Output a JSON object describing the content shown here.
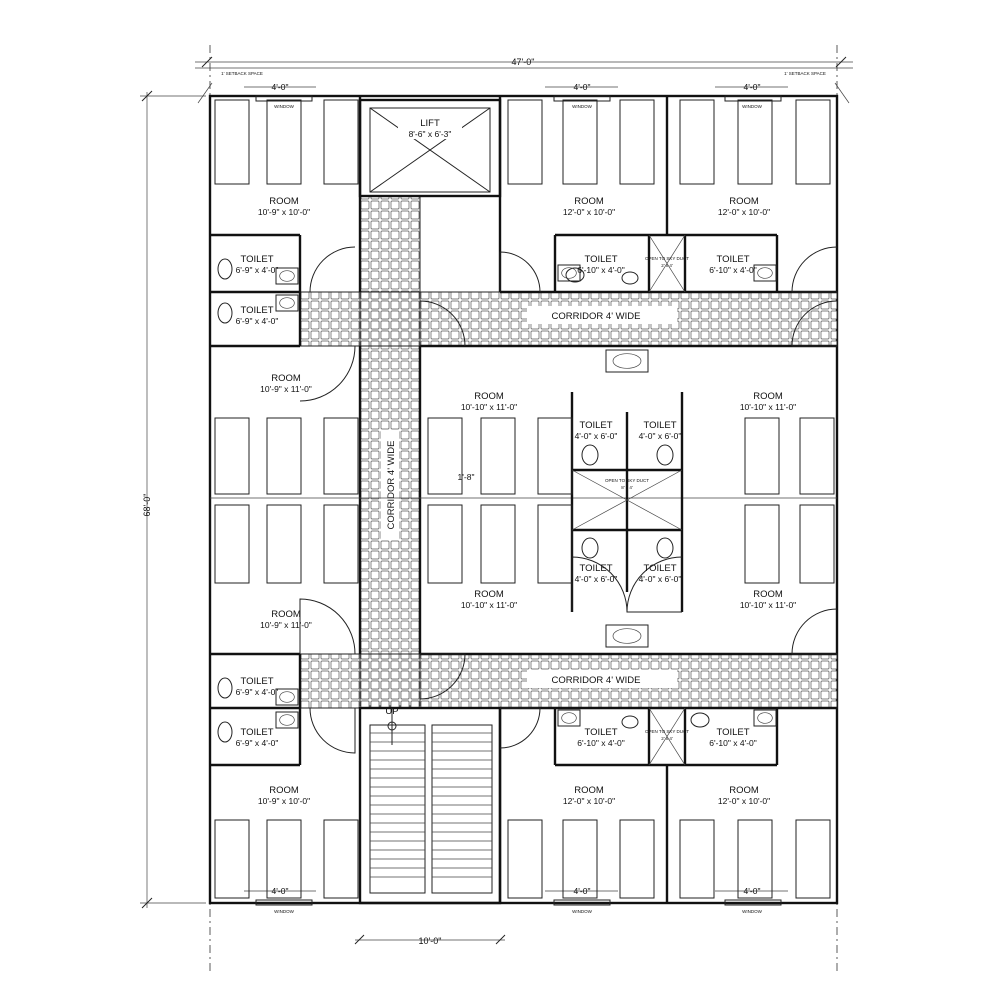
{
  "overall_width": "47'-0\"",
  "overall_height": "68'-0\"",
  "setback_left": "1' SETBACK SPACE",
  "setback_right": "1' SETBACK SPACE",
  "stair_width_dim": "10'-0\"",
  "window_dim": "4'-0\"",
  "window_label": "WINDOW",
  "lift": {
    "label": "LIFT",
    "size": "8'-6\" x 6'-3\""
  },
  "corridor_label": "CORRIDOR 4' WIDE",
  "corridor_vertical_label": "CORRIDOR 4' WIDE",
  "gap_dim": "1'-8\"",
  "up_label": "UP",
  "duct": {
    "label": "OPEN TO SKY DUCT",
    "size": "8' x 4'"
  },
  "small_duct": {
    "label": "OPEN TO SKY DUCT",
    "size": "2' x 4'"
  },
  "rooms": [
    {
      "label": "ROOM",
      "size": "10'-9\" x 10'-0\""
    },
    {
      "label": "ROOM",
      "size": "12'-0\" x 10'-0\""
    },
    {
      "label": "ROOM",
      "size": "12'-0\" x 10'-0\""
    },
    {
      "label": "ROOM",
      "size": "10'-9\" x 11'-0\""
    },
    {
      "label": "ROOM",
      "size": "10'-10\" x 11'-0\""
    },
    {
      "label": "ROOM",
      "size": "10'-10\" x 11'-0\""
    },
    {
      "label": "ROOM",
      "size": "10'-9\" x 11'-0\""
    },
    {
      "label": "ROOM",
      "size": "10'-10\" x 11'-0\""
    },
    {
      "label": "ROOM",
      "size": "10'-10\" x 11'-0\""
    },
    {
      "label": "ROOM",
      "size": "10'-9\" x 10'-0\""
    },
    {
      "label": "ROOM",
      "size": "12'-0\" x 10'-0\""
    },
    {
      "label": "ROOM",
      "size": "12'-0\" x 10'-0\""
    }
  ],
  "toilets": [
    {
      "label": "TOILET",
      "size": "6'-9\" x 4'-0\""
    },
    {
      "label": "TOILET",
      "size": "6'-9\" x 4'-0\""
    },
    {
      "label": "TOILET",
      "size": "6'-10\" x 4'-0\""
    },
    {
      "label": "TOILET",
      "size": "6'-10\" x 4'-0\""
    },
    {
      "label": "TOILET",
      "size": "4'-0\" x 6'-0\""
    },
    {
      "label": "TOILET",
      "size": "4'-0\" x 6'-0\""
    },
    {
      "label": "TOILET",
      "size": "4'-0\" x 6'-0\""
    },
    {
      "label": "TOILET",
      "size": "4'-0\" x 6'-0\""
    },
    {
      "label": "TOILET",
      "size": "6'-9\" x 4'-0\""
    },
    {
      "label": "TOILET",
      "size": "6'-9\" x 4'-0\""
    },
    {
      "label": "TOILET",
      "size": "6'-10\" x 4'-0\""
    },
    {
      "label": "TOILET",
      "size": "6'-10\" x 4'-0\""
    }
  ]
}
